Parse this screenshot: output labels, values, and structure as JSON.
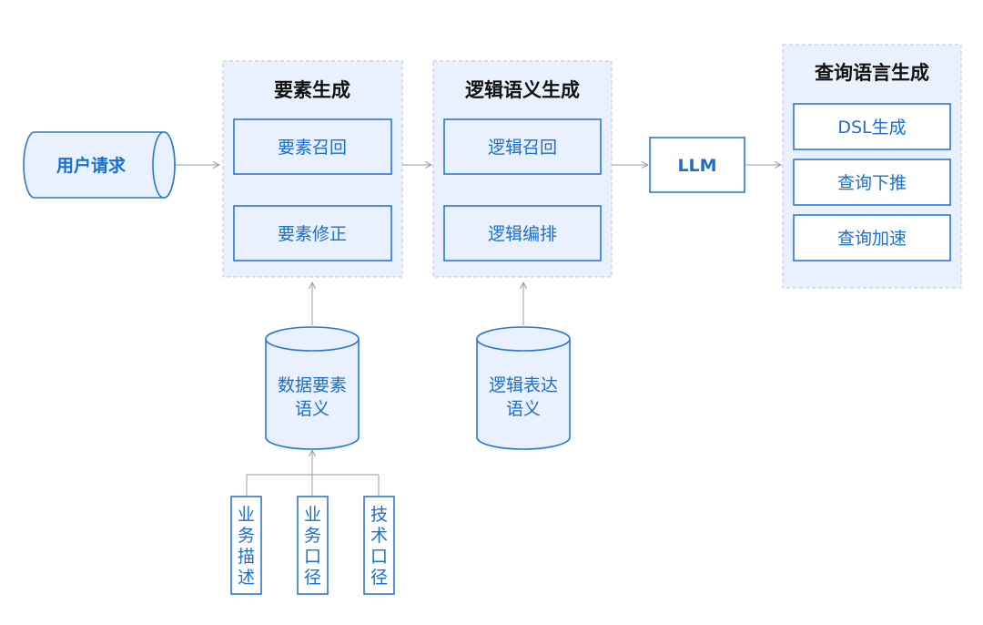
{
  "nodes": {
    "user_request": "用户请求",
    "element_group": {
      "title": "要素生成",
      "recall": "要素召回",
      "correction": "要素修正"
    },
    "logic_group": {
      "title": "逻辑语义生成",
      "recall": "逻辑召回",
      "orchestration": "逻辑编排"
    },
    "llm": "LLM",
    "query_group": {
      "title": "查询语言生成",
      "dsl": "DSL生成",
      "pushdown": "查询下推",
      "acceleration": "查询加速"
    },
    "data_element_semantics": [
      "数据要素",
      "语义"
    ],
    "logic_expression_semantics": [
      "逻辑表达",
      "语义"
    ],
    "sources": [
      [
        "业",
        "务",
        "描",
        "述"
      ],
      [
        "业",
        "务",
        "口",
        "径"
      ],
      [
        "技",
        "术",
        "口",
        "径"
      ]
    ]
  },
  "colors": {
    "accent": "#2a78d4",
    "text_accent": "#1a6fd1",
    "fill": "#e8f1fd",
    "group_border": "#b9c7d9",
    "arrow": "#9a9a9a"
  }
}
